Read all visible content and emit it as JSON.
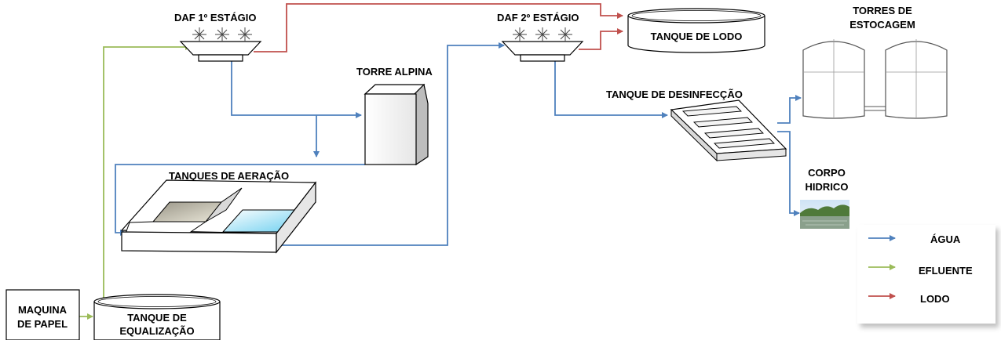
{
  "labels": {
    "daf1": "DAF 1º ESTÁGIO",
    "daf2": "DAF 2º ESTÁGIO",
    "sludge_tank": "TANQUE DE LODO",
    "storage_line1": "TORRES DE",
    "storage_line2": "ESTOCAGEM",
    "alpine_tower": "TORRE ALPINA",
    "disinfection_tank": "TANQUE DE DESINFECÇÃO",
    "aeration_tanks": "TANQUES DE AERAÇÃO",
    "water_body_line1": "CORPO",
    "water_body_line2": "HIDRICO",
    "paper_machine_line1": "MAQUINA",
    "paper_machine_line2": "DE PAPEL",
    "equalization_line1": "TANQUE DE",
    "equalization_line2": "EQUALIZAÇÃO"
  },
  "legend": {
    "items": [
      {
        "label": "ÁGUA",
        "color": "#4f81bd"
      },
      {
        "label": "EFLUENTE",
        "color": "#9bbb59"
      },
      {
        "label": "LODO",
        "color": "#c0504d"
      }
    ]
  },
  "colors": {
    "water": "#4f81bd",
    "effluent": "#9bbb59",
    "sludge": "#c0504d"
  }
}
